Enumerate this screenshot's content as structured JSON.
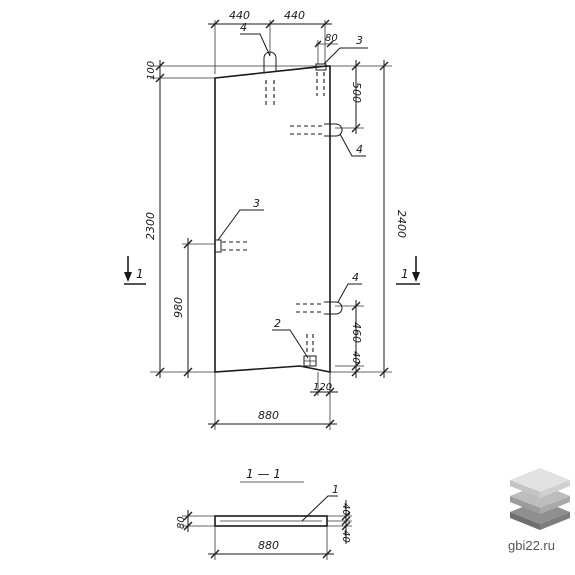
{
  "dimensions": {
    "top_left": "440",
    "top_right": "440",
    "top_offset": "80",
    "top_edge": "100",
    "left_height": "2300",
    "right_height": "2400",
    "right_upper": "500",
    "left_lower": "980",
    "right_lower": "460",
    "right_bottom": "40",
    "bottom_offset": "120",
    "width": "880",
    "section_height": "80",
    "section_top": "40",
    "section_bottom": "40",
    "section_width": "880"
  },
  "callouts": {
    "loop_top": "4",
    "insert_top": "3",
    "loop_right_upper": "4",
    "insert_left": "3",
    "loop_right_lower": "4",
    "part_2": "2",
    "part_1": "1"
  },
  "section": {
    "mark_left": "1",
    "mark_right": "1",
    "title": "1 — 1"
  },
  "watermark": {
    "text": "gbi22.ru"
  },
  "colors": {
    "line": "#1a1a1a",
    "logo_light": "#e2e2e2",
    "logo_mid": "#bdbdbd",
    "logo_dark": "#8f8f8f"
  }
}
